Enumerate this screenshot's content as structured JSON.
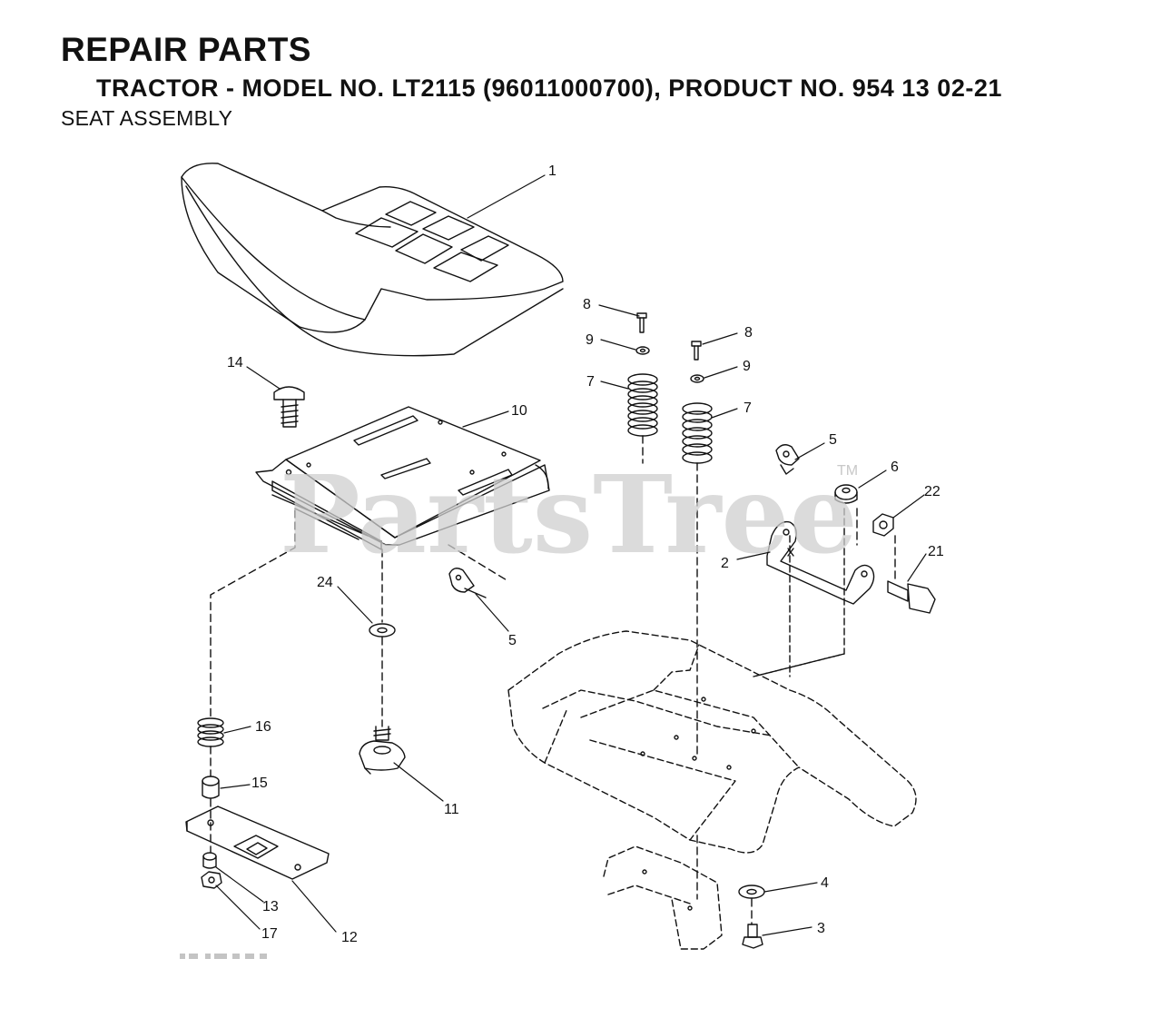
{
  "header": {
    "title": "REPAIR PARTS",
    "model_line": "TRACTOR - MODEL NO. LT2115 (96011000700), PRODUCT NO. 954 13 02-21",
    "section": "SEAT ASSEMBLY"
  },
  "watermark": {
    "text": "PartsTree",
    "trademark": "TM"
  },
  "callouts": {
    "c1": "1",
    "c8a": "8",
    "c9a": "9",
    "c7a": "7",
    "c8b": "8",
    "c9b": "9",
    "c7b": "7",
    "c14": "14",
    "c10": "10",
    "c5a": "5",
    "c6": "6",
    "c22": "22",
    "c2": "2",
    "c21": "21",
    "c24": "24",
    "c5b": "5",
    "c16": "16",
    "c15": "15",
    "c11": "11",
    "c4": "4",
    "c13": "13",
    "c12": "12",
    "c17": "17",
    "c3": "3"
  },
  "colors": {
    "line": "#111111",
    "watermark": "#cfcfcf"
  }
}
